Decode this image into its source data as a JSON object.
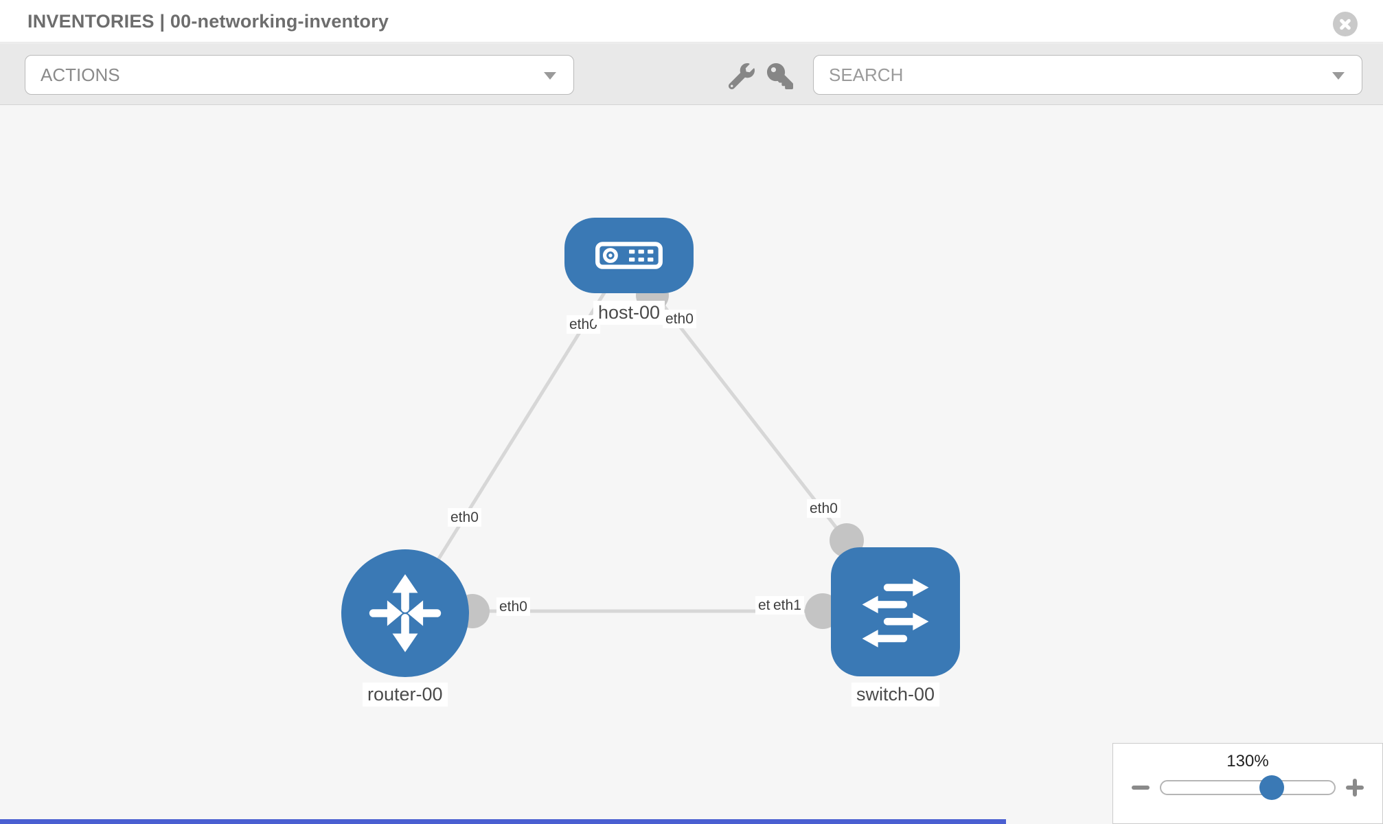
{
  "header": {
    "title": "INVENTORIES | 00-networking-inventory"
  },
  "toolbar": {
    "actions_label": "ACTIONS",
    "search_label": "SEARCH",
    "icons": [
      "wrench-icon",
      "key-icon"
    ]
  },
  "canvas": {
    "nodes": [
      {
        "label": "host-00",
        "type": "host"
      },
      {
        "label": "router-00",
        "type": "router"
      },
      {
        "label": "switch-00",
        "type": "switch"
      }
    ],
    "links": [
      {
        "from": "host-00",
        "to": "router-00",
        "from_label": "eth0",
        "to_label": "eth0"
      },
      {
        "from": "host-00",
        "to": "switch-00",
        "from_label": "eth0",
        "to_label": "eth0"
      },
      {
        "from": "router-00",
        "to": "switch-00",
        "from_label": "eth0",
        "to_label": "eth1",
        "to_label_behind": "eth0"
      }
    ]
  },
  "zoom_panel": {
    "level": "130%"
  },
  "colors": {
    "node_blue": "#3a79b5",
    "link_gray": "#d7d7d7",
    "interface_gray": "#c4c4c4",
    "toolbar_gray": "#e9e9e9",
    "accent_strip_blue": "#4a5fd1"
  }
}
